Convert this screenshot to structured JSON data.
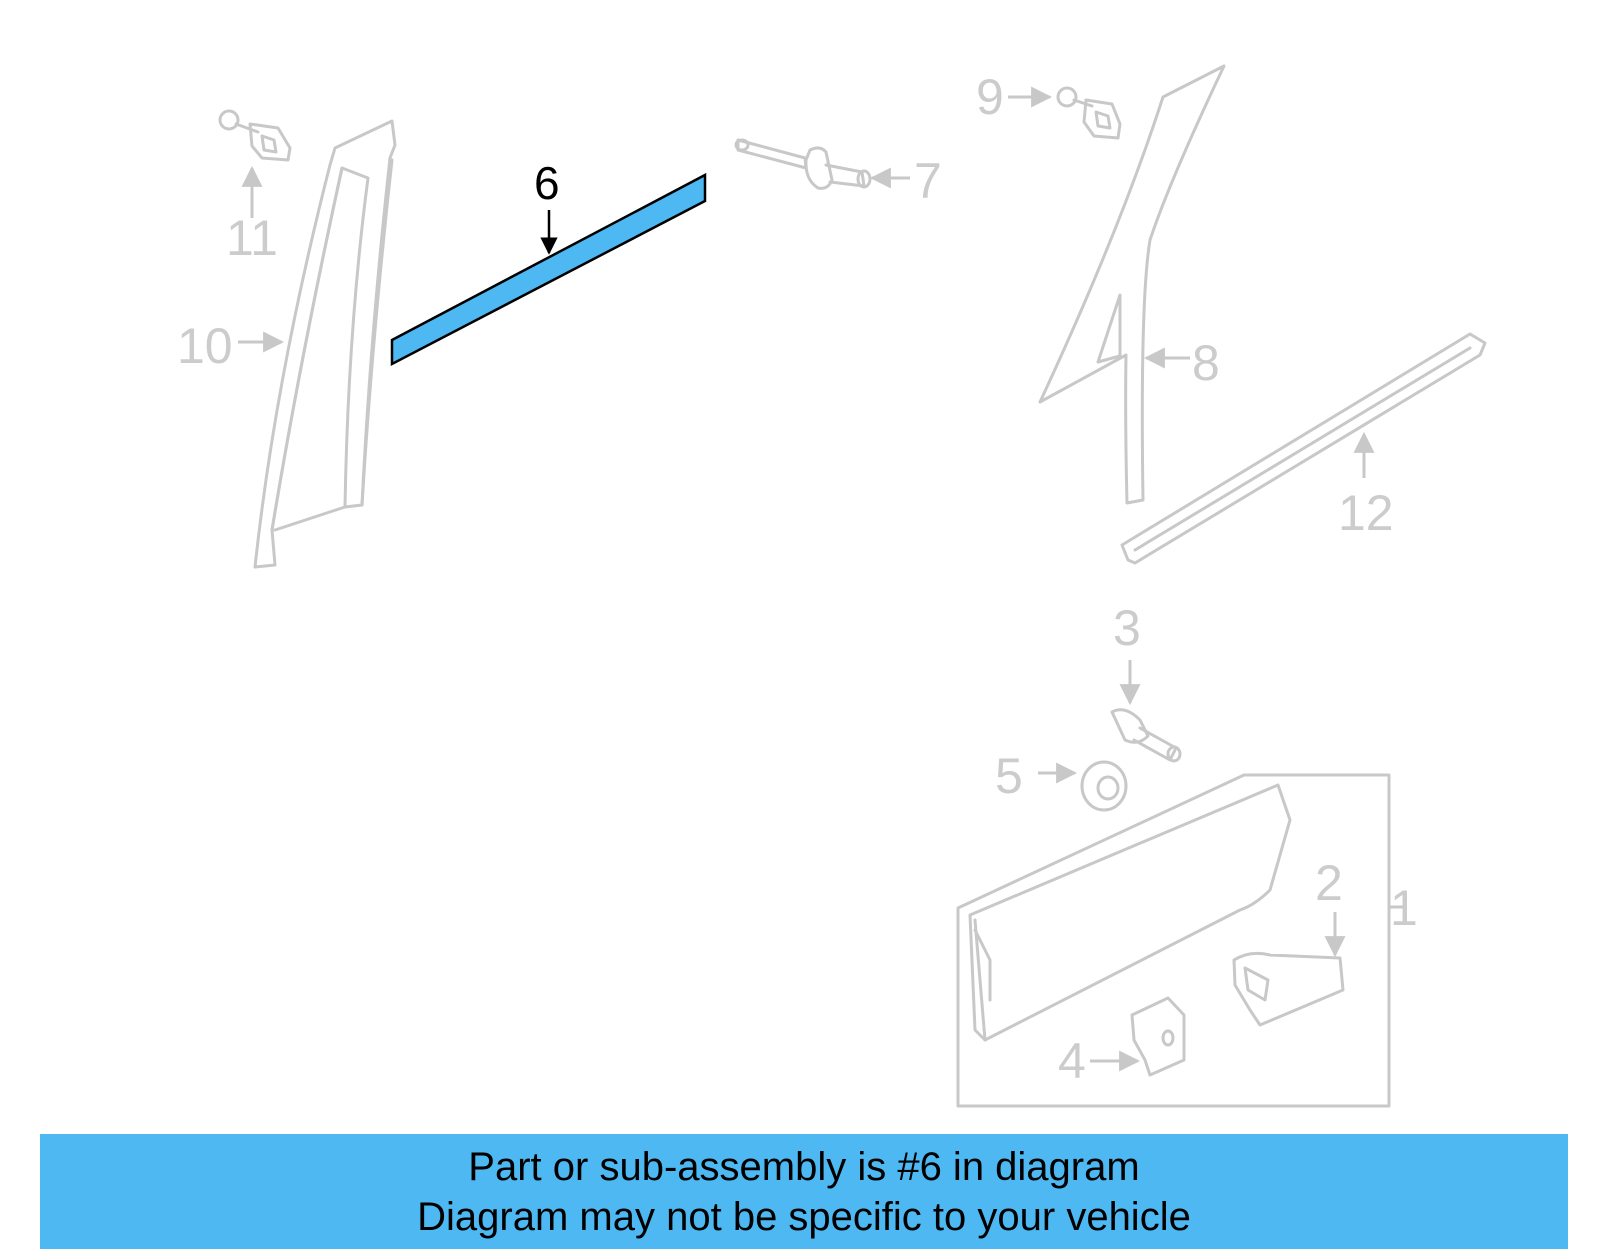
{
  "callouts": {
    "c1": "1",
    "c2": "2",
    "c3": "3",
    "c4": "4",
    "c5": "5",
    "c6": "6",
    "c7": "7",
    "c8": "8",
    "c9": "9",
    "c10": "10",
    "c11": "11",
    "c12": "12"
  },
  "highlight": {
    "part_number": "6",
    "color": "#4db8f2"
  },
  "banner": {
    "line1": "Part or sub-assembly is #6 in diagram",
    "line2": "Diagram may not be specific to your vehicle",
    "background": "#4db8f2"
  }
}
